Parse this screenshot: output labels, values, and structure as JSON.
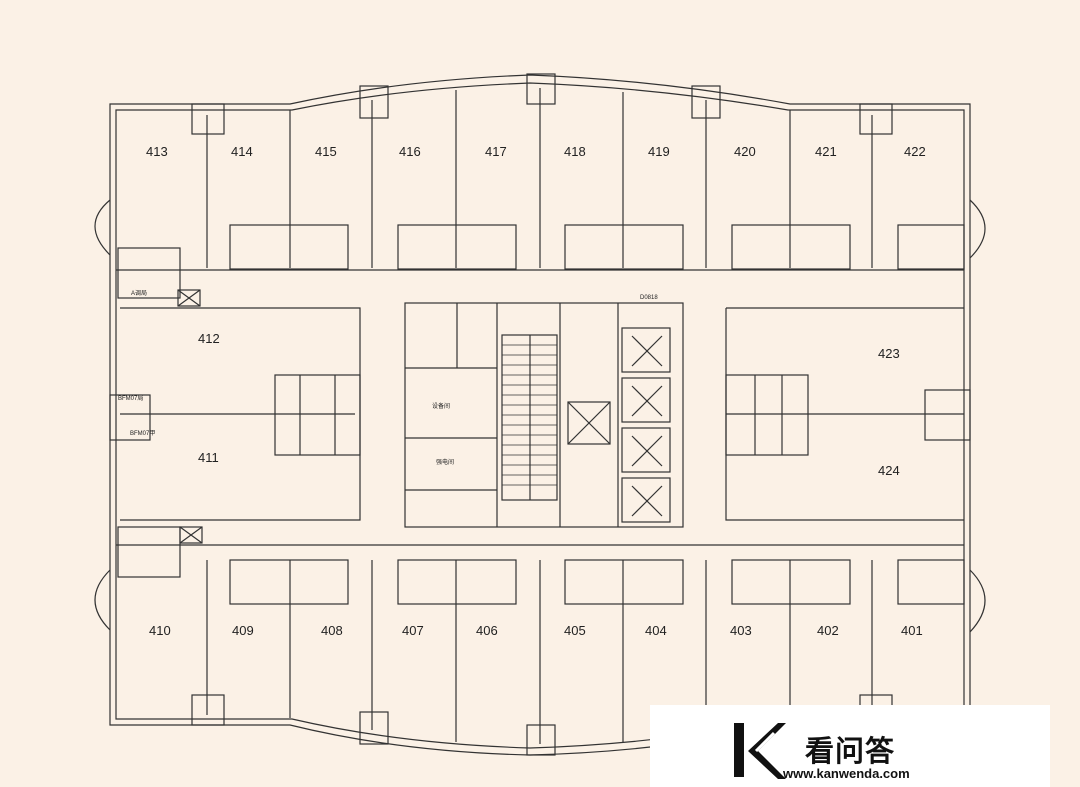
{
  "floor_plan": {
    "north_rooms": [
      "413",
      "414",
      "415",
      "416",
      "417",
      "418",
      "419",
      "420",
      "421",
      "422"
    ],
    "south_rooms": [
      "410",
      "409",
      "408",
      "407",
      "406",
      "405",
      "404",
      "403",
      "402",
      "401"
    ],
    "west_rooms": [
      "412",
      "411"
    ],
    "east_rooms": [
      "423",
      "424"
    ],
    "tags": {
      "a_room": "A调局",
      "west_door_top": "BFM07局",
      "west_door_bottom": "BFM07甲",
      "elevator_tag": "D0818",
      "core_room_1": "设备间",
      "core_room_2": "强电间"
    }
  },
  "watermark": {
    "name": "看问答",
    "url": "www.kanwenda.com"
  },
  "colors": {
    "background": "#fbf1e6",
    "line": "#333333"
  }
}
